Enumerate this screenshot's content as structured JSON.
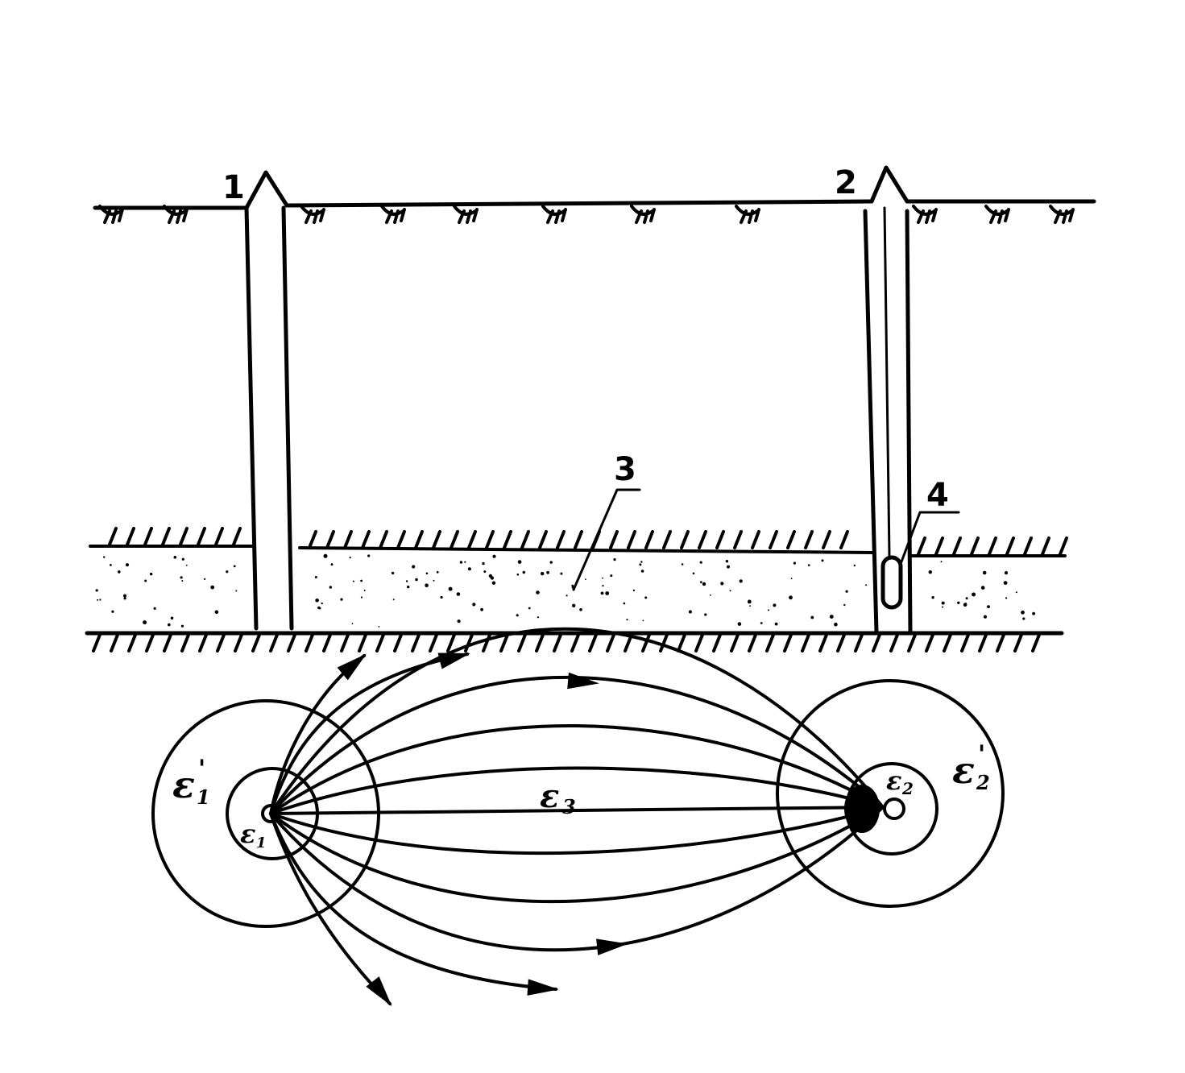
{
  "labels": {
    "well_1": "1",
    "well_2": "2",
    "layer": "3",
    "sensor": "4"
  },
  "symbols": {
    "eps1_outer": "ε",
    "eps1_outer_sub": "1",
    "eps1_outer_prime": "'",
    "eps1_inner": "ε",
    "eps1_inner_sub": "1",
    "eps3": "ε",
    "eps3_sub": "3",
    "eps2_inner": "ε",
    "eps2_inner_sub": "2",
    "eps2_outer": "ε",
    "eps2_outer_sub": "2",
    "eps2_outer_prime": "'"
  },
  "colors": {
    "ink": "#000000",
    "background": "#ffffff"
  }
}
